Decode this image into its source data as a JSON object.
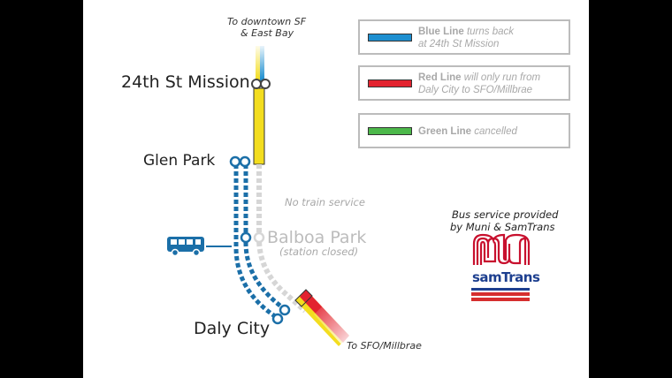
{
  "stations": {
    "mission": "24th St Mission",
    "glen_park": "Glen Park",
    "balboa": "Balboa Park",
    "balboa_note": "(station closed)",
    "daly_city": "Daly City"
  },
  "directions": {
    "north_line1": "To downtown SF",
    "north_line2": "& East Bay",
    "south": "To SFO/Millbrae"
  },
  "no_service": "No train service",
  "legend": [
    {
      "name": "Blue Line",
      "note_line1": "turns back",
      "note_line2": "at 24th St Mission",
      "color": "#1e8fd0"
    },
    {
      "name": "Red Line",
      "note_line1": "will only run from",
      "note_line2": "Daly City to SFO/Millbrae",
      "color": "#e3232f"
    },
    {
      "name": "Green Line",
      "note_line1": "cancelled",
      "note_line2": "",
      "color": "#4cb84a"
    }
  ],
  "bus": {
    "line1": "Bus service provided",
    "line2": "by Muni & SamTrans",
    "muni_logo": "muni",
    "samtrans_logo": "samTrans"
  },
  "colors": {
    "yellow": "#f3dd1f",
    "blue": "#1e8fd0",
    "dark_blue": "#1b6fa8",
    "red": "#e3232f",
    "gray": "#d6d6d6",
    "muni_red": "#c8102e",
    "samtrans_blue": "#1d3f8f",
    "samtrans_red": "#d62e2e"
  }
}
